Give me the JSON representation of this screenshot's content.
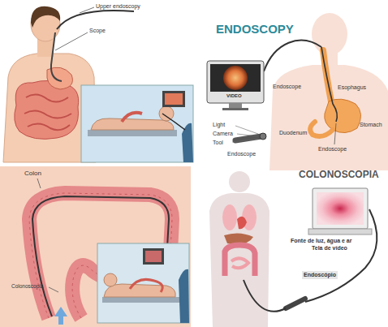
{
  "diagram": {
    "labels": [
      "Upper endoscopy",
      "Scope",
      "ENDOSCOPY",
      "VIDEO",
      "Endoscope",
      "Esophagus",
      "Stomach",
      "Duodenum",
      "Light",
      "Camera",
      "Tool",
      "Endoscope",
      "Endoscope",
      "Colon",
      "Colonoscopia",
      "COLONOSCOPIA",
      "Fonte de luz, água e ar",
      "Tela de vídeo",
      "Endoscópio"
    ]
  }
}
